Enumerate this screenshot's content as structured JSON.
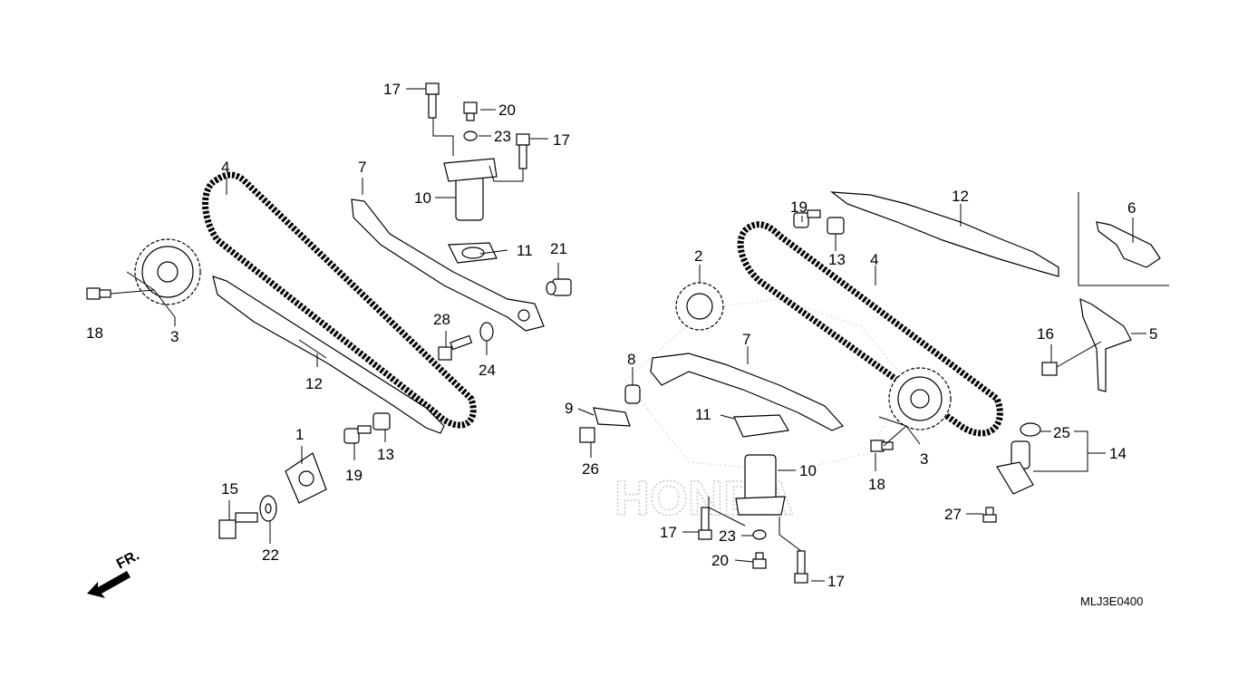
{
  "diagram": {
    "watermark_text": "HONDA",
    "figure_code": "MLJ3E0400",
    "direction_label": "FR.",
    "callouts": {
      "c17a": "17",
      "c20a": "20",
      "c23a": "23",
      "c17b": "17",
      "c10a": "10",
      "c7a": "7",
      "c4a": "4",
      "c11a": "11",
      "c21": "21",
      "c18a": "18",
      "c3a": "3",
      "c12a": "12",
      "c28": "28",
      "c24": "24",
      "c1": "1",
      "c19a": "19",
      "c13a": "13",
      "c15": "15",
      "c22": "22",
      "c19b": "19",
      "c13b": "13",
      "c12b": "12",
      "c6": "6",
      "c2": "2",
      "c4b": "4",
      "c7b": "7",
      "c8": "8",
      "c9": "9",
      "c26": "26",
      "c11b": "11",
      "c10b": "10",
      "c17c": "17",
      "c23b": "23",
      "c20b": "20",
      "c17d": "17",
      "c16": "16",
      "c5": "5",
      "c3b": "3",
      "c18b": "18",
      "c25": "25",
      "c14": "14",
      "c27": "27"
    }
  }
}
